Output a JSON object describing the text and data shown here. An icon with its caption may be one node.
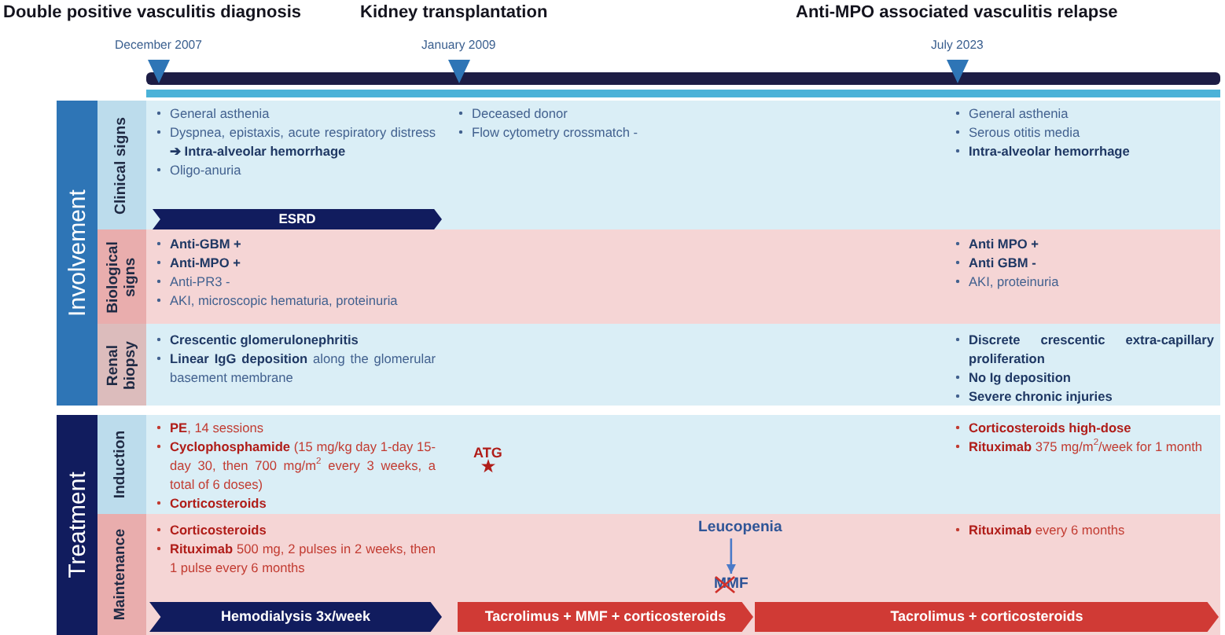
{
  "diagram": {
    "nodes": [
      {
        "text": [
          "Involvement"
        ]
      },
      {
        "text": [
          "Clinical signs",
          "General asthenia",
          "Dyspnea, epistaxis, acute respiratory distress **➔ Intra-alveolar hemorrhage**",
          "Oligo-anuria",
          "Deceased donor",
          "Flow cytometry crossmatch -",
          "General asthenia",
          "Serous otitis media",
          "Intra-alveolar hemorrhage"
        ],
        "in": 0
      },
      {
        "text": [
          "ESRD"
        ],
        "in": 1
      },
      {
        "text": [
          "Biological signs",
          "Anti-GBM +",
          "Anti-MPO +",
          "Anti-PR3 -",
          "AKI, microscopic hematuria, proteinuria",
          "Anti MPO +",
          "Anti GBM -",
          "AKI, proteinuria"
        ],
        "in": 0
      },
      {
        "text": [
          "Renal biopsy",
          "Crescentic glomerulonephritis",
          "**Linear IgG deposition** along the glomerular basement membrane",
          "Discrete crescentic extra-capillary proliferation",
          "No Ig deposition",
          "Severe chronic injuries"
        ],
        "in": 0
      },
      {
        "text": [
          "Treatment"
        ]
      },
      {
        "text": [
          "Induction",
          "**PE**, 14 sessions",
          "**Cyclophosphamide** (15 mg/kg day 1-day 15-day 30, then 700 mg/m$^{2}$ every 3 weeks, a total of 6 doses)",
          "Corticosteroids",
          "ATG",
          "Corticosteroids high-dose",
          "**Rituximab** 375 mg/m$^{2}$/week for 1 month"
        ],
        "in": 5
      },
      {
        "text": [
          "Maintenance",
          "Corticosteroids",
          "**Rituximab** 500 mg, 2 pulses in 2 weeks, then 1 pulse every 6 months",
          "**Rituximab** every 6 months"
        ],
        "in": 5
      },
      {
        "text": [
          "Leucopenia"
        ],
        "in": 7
      },
      {
        "text": [
          "MMF"
        ],
        "in": 7
      },
      {
        "text": [
          "Hemodialysis 3x/week"
        ],
        "in": 7
      },
      {
        "text": [
          "Tacrolimus + MMF + corticosteroids"
        ],
        "in": 7
      },
      {
        "text": [
          "Tacrolimus + corticosteroids"
        ],
        "in": 7
      }
    ],
    "edges": [
      {
        "from": 8,
        "to": 9,
        "arrow": "to"
      }
    ],
    "labels": [
      "Double positive vasculitis diagnosis",
      "Kidney transplantation",
      "Anti-MPO associated vasculitis relapse",
      "December 2007",
      "January 2009",
      "July 2023"
    ]
  }
}
